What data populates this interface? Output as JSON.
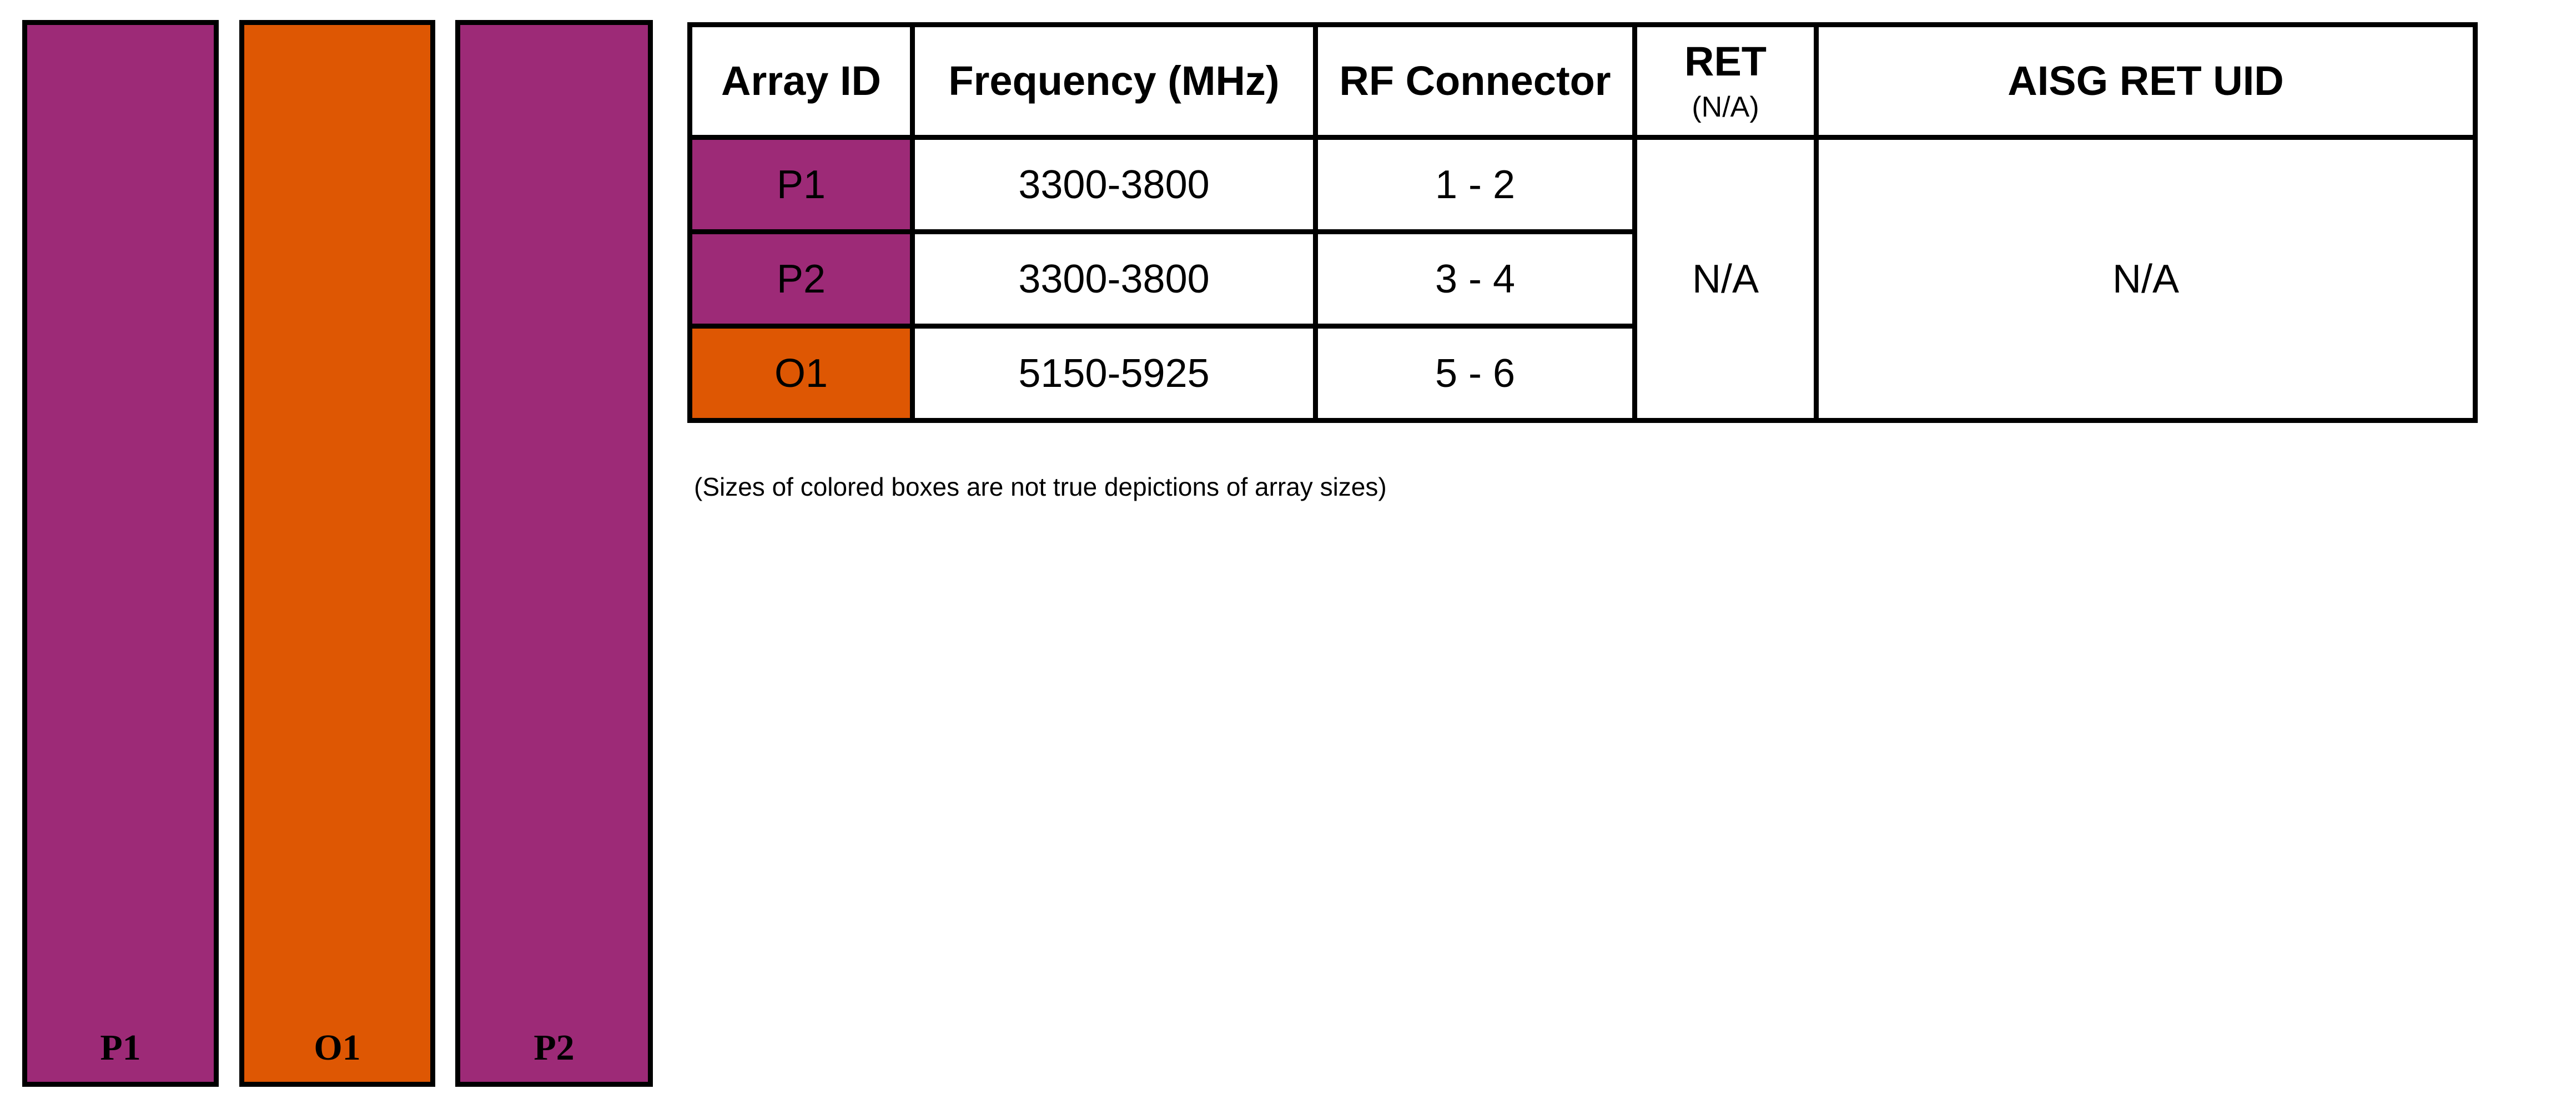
{
  "bars": [
    {
      "label": "P1",
      "color": "#9D2A77"
    },
    {
      "label": "O1",
      "color": "#DE5703"
    },
    {
      "label": "P2",
      "color": "#9D2A77"
    }
  ],
  "table": {
    "headers": {
      "array_id": "Array ID",
      "frequency": "Frequency (MHz)",
      "rf_connector": "RF Connector",
      "ret": "RET",
      "ret_sub": "(N/A)",
      "aisg_ret_uid": "AISG RET UID"
    },
    "rows": [
      {
        "array_id": "P1",
        "color": "#9D2A77",
        "frequency": "3300-3800",
        "rf_connector": "1 - 2"
      },
      {
        "array_id": "P2",
        "color": "#9D2A77",
        "frequency": "3300-3800",
        "rf_connector": "3 - 4"
      },
      {
        "array_id": "O1",
        "color": "#DE5703",
        "frequency": "5150-5925",
        "rf_connector": "5 - 6"
      }
    ],
    "merged": {
      "ret": "N/A",
      "aisg_ret_uid": "N/A"
    }
  },
  "caption": "(Sizes of colored boxes are not true depictions of array sizes)",
  "colors": {
    "magenta": "#9D2A77",
    "orange": "#DE5703",
    "border": "#000000",
    "background": "#FFFFFF"
  }
}
